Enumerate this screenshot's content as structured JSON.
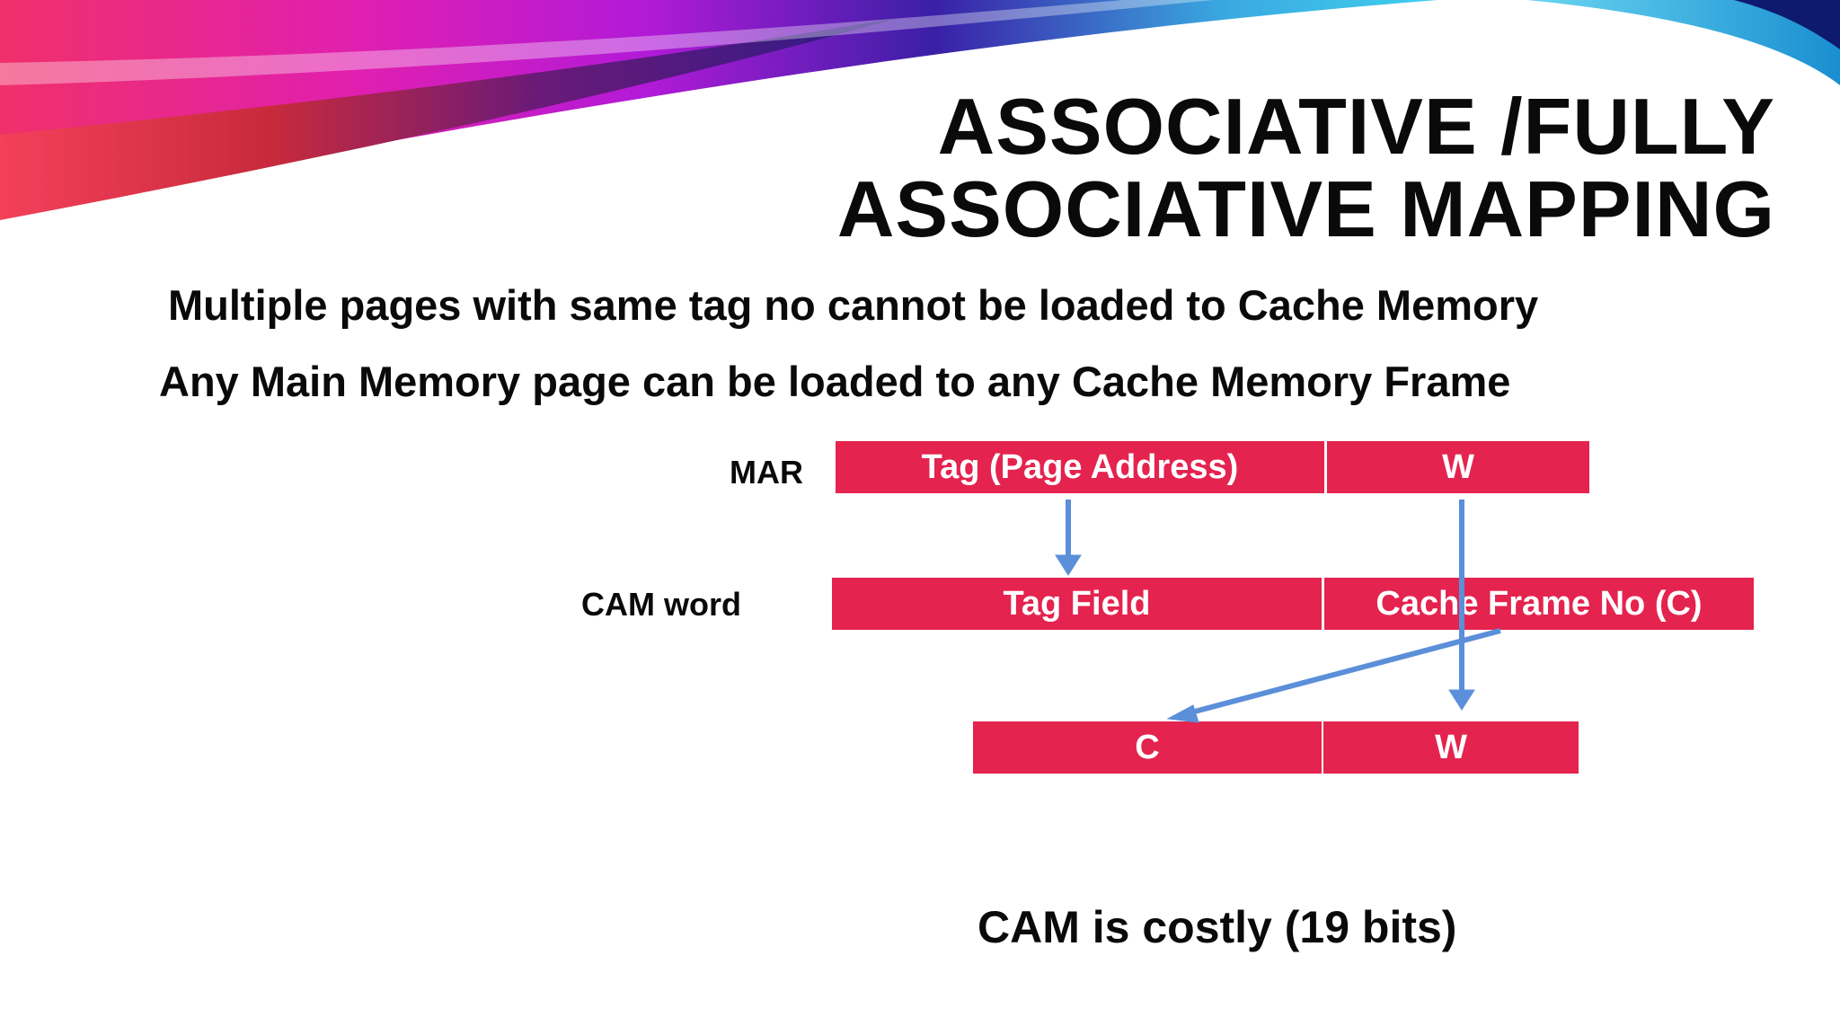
{
  "slide": {
    "title_lines": [
      "ASSOCIATIVE /FULLY",
      "ASSOCIATIVE MAPPING"
    ],
    "bullets": [
      "Multiple pages with same tag no cannot be loaded to Cache Memory",
      "Any Main Memory page can be loaded to any Cache Memory Frame"
    ],
    "diagram": {
      "mar_label": "MAR",
      "mar_fields": [
        "Tag (Page Address)",
        "W"
      ],
      "cam_label": "CAM word",
      "cam_fields": [
        "Tag Field",
        "Cache Frame No (C)"
      ],
      "result_fields": [
        "C",
        "W"
      ],
      "field_color": "#e4234f",
      "arrow_color": "#5b8fd9"
    },
    "footer": "CAM is costly (19 bits)"
  }
}
